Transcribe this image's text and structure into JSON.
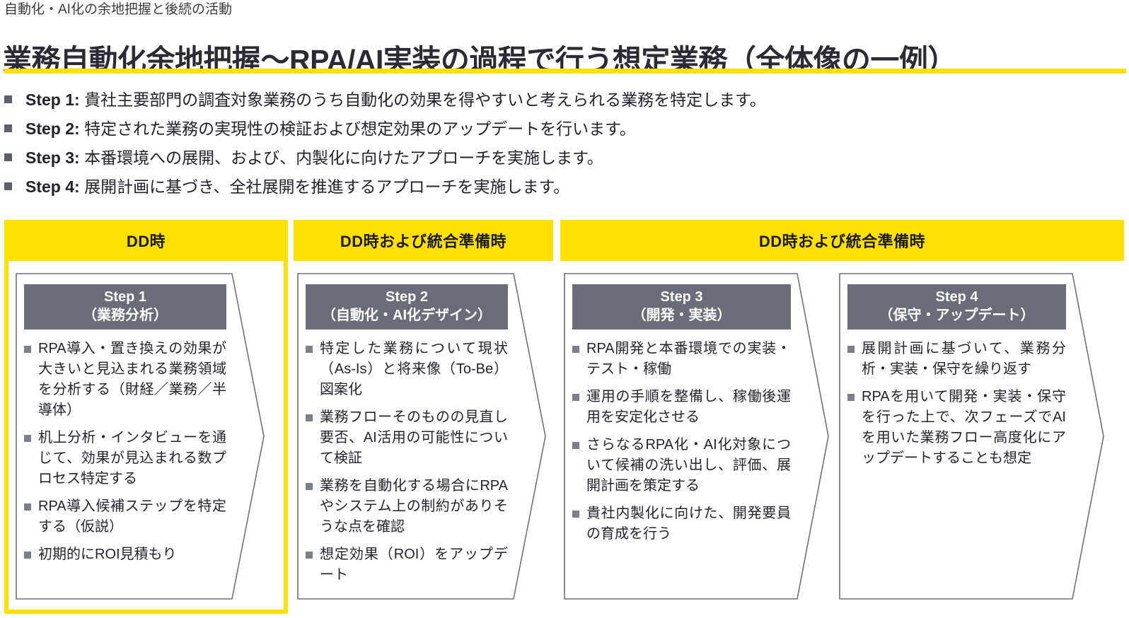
{
  "header": {
    "eyebrow": "自動化・AI化の余地把握と後続の活動",
    "title": "業務自動化余地把握〜RPA/AI実装の過程で行う想定業務（全体像の一例）",
    "accent_color": "#ffe000",
    "title_color": "#2b2b36"
  },
  "step_summary": [
    {
      "label": "Step 1:",
      "text": " 貴社主要部門の調査対象業務のうち自動化の効果を得やすいと考えられる業務を特定します。"
    },
    {
      "label": "Step 2:",
      "text": " 特定された業務の実現性の検証および想定効果のアップデートを行います。"
    },
    {
      "label": "Step 3:",
      "text": " 本番環境への展開、および、内製化に向けたアプローチを実施します。"
    },
    {
      "label": "Step 4:",
      "text": " 展開計画に基づき、全社展開を推進するアプローチを実施します。"
    }
  ],
  "phases": [
    {
      "label": "DD時"
    },
    {
      "label": "DD時および統合準備時"
    },
    {
      "label": "DD時および統合準備時"
    }
  ],
  "cards": [
    {
      "title_line1": "Step 1",
      "title_line2": "（業務分析）",
      "header_color": "#6a6c7a",
      "bullets": [
        "RPA導入・置き換えの効果が大きいと見込まれる業務領域を分析する（財経／業務／半導体）",
        "机上分析・インタビューを通じて、効果が見込まれる数プロセス特定する",
        "RPA導入候補ステップを特定する（仮説）",
        "初期的にROI見積もり"
      ]
    },
    {
      "title_line1": "Step 2",
      "title_line2": "（自動化・AI化デザイン）",
      "header_color": "#6a6c7a",
      "bullets": [
        "特定した業務について現状（As-Is）と将来像（To-Be）図案化",
        "業務フローそのものの見直し要否、AI活用の可能性について検証",
        "業務を自動化する場合にRPAやシステム上の制約がありそうな点を確認",
        "想定効果（ROI）をアップデート"
      ]
    },
    {
      "title_line1": "Step 3",
      "title_line2": "（開発・実装）",
      "header_color": "#6a6c7a",
      "bullets": [
        "RPA開発と本番環境での実装・テスト・稼働",
        "運用の手順を整備し、稼働後運用を安定化させる",
        "さらなるRPA化・AI化対象について候補の洗い出し、評価、展開計画を策定する",
        "貴社内製化に向けた、開発要員の育成を行う"
      ]
    },
    {
      "title_line1": "Step 4",
      "title_line2": "（保守・アップデート）",
      "header_color": "#6a6c7a",
      "bullets": [
        "展開計画に基づいて、業務分析・実装・保守を繰り返す",
        "RPAを用いて開発・実装・保守を行った上で、次フェーズでAIを用いた業務フロー高度化にアップデートすることも想定"
      ]
    }
  ]
}
